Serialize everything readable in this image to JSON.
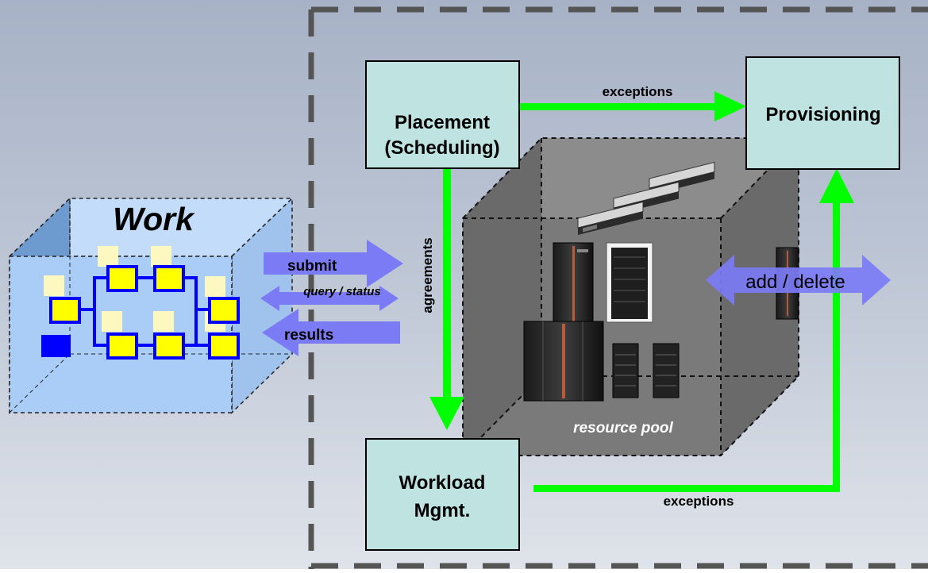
{
  "colors": {
    "box_fill": "#bfe3e0",
    "arrow_green": "#00ff00",
    "arrow_blue": "#7b7bf5",
    "work_box": "#a9cdf7",
    "task_fill": "#ffff00",
    "task_border": "#0000ff",
    "pool_fill": "#7a7a7a"
  },
  "labels": {
    "work": "Work",
    "placement_line1": "Placement",
    "placement_line2": "(Scheduling)",
    "provisioning": "Provisioning",
    "workload_line1": "Workload",
    "workload_line2": "Mgmt.",
    "exceptions_top": "exceptions",
    "exceptions_bottom": "exceptions",
    "agreements": "agreements",
    "submit": "submit",
    "query_status": "query / status",
    "results": "results",
    "add_delete": "add / delete",
    "resource_pool": "resource pool"
  },
  "icons": {
    "servers": [
      "rack-server-icon",
      "rack-tower-icon",
      "mainframe-icon",
      "tower-server-icon",
      "blade-server-icon"
    ]
  }
}
